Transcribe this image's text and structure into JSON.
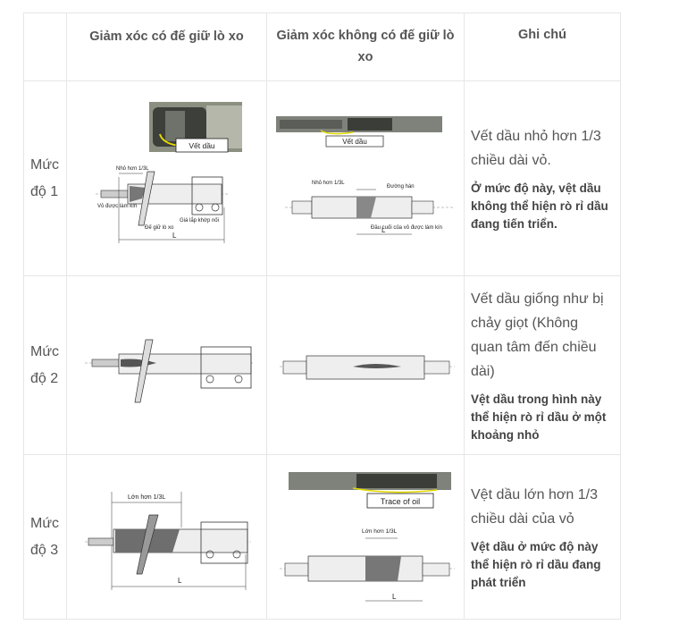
{
  "headers": {
    "level": "",
    "with_seat": "Giảm xóc có đế giữ lò xo",
    "without_seat": "Giảm xóc không có đế giữ lò xo",
    "notes": "Ghi chú"
  },
  "rows": [
    {
      "level": "Mức độ 1",
      "note": "Vết dầu nhỏ hơn 1/3 chiều dài vỏ.",
      "note_bold": "Ở mức độ này, vệt dầu không thể hiện rò rỉ dầu đang tiến triển.",
      "with_seat_labels": {
        "oil_trace": "Vết dầu",
        "less_than": "Nhỏ hơn 1/3L",
        "sealed_shell": "Vỏ được làm kín",
        "spring_seat": "Đế giữ lò xo",
        "mount_bracket": "Giá lắp khớp nối",
        "length": "L"
      },
      "without_seat_labels": {
        "oil_trace": "Vết dầu",
        "less_than": "Nhỏ hơn 1/3L",
        "weld": "Đường hàn",
        "sealed_end": "Đầu cuối của vỏ được làm kín",
        "length": "L"
      }
    },
    {
      "level": "Mức độ 2",
      "note": "Vết dầu giống như bị chảy giọt (Không quan tâm đến chiều dài)",
      "note_bold": "Vệt dầu trong hình này thể hiện rò rỉ dầu ở một khoảng nhỏ"
    },
    {
      "level": "Mức độ 3",
      "note": "Vệt dầu lớn hơn 1/3 chiều dài của vỏ",
      "note_bold": "Vệt dầu ở mức độ này thể hiện rò rỉ dầu đang phát triển",
      "with_seat_labels": {
        "greater_than": "Lớn hơn 1/3L",
        "length": "L"
      },
      "without_seat_labels": {
        "oil_trace": "Trace of oil",
        "greater_than": "Lớn hơn 1/3L",
        "length": "L"
      }
    }
  ]
}
